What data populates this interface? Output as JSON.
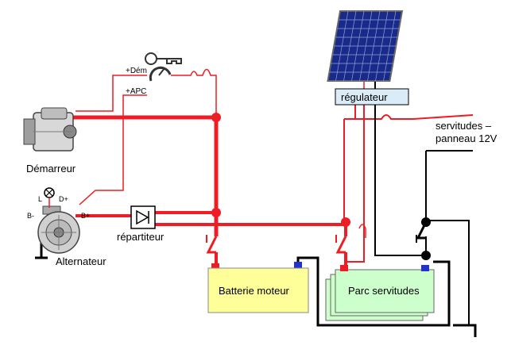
{
  "labels": {
    "dem": "+Dém",
    "apc": "+APC",
    "demarreur": "Démarreur",
    "regulateur": "régulateur",
    "servitudes_line1": "servitudes –",
    "servitudes_line2": "panneau 12V",
    "terminal_l": "L",
    "terminal_dplus": "D+",
    "terminal_bminus": "B-",
    "terminal_bplus": "B+",
    "repartiteur": "répartiteur",
    "alternateur": "Alternateur",
    "batterie_moteur": "Batterie moteur",
    "parc_servitudes": "Parc servitudes"
  },
  "colors": {
    "wire_red": "#ee1c24",
    "wire_black": "#000000",
    "battery_fill": "#ffff99",
    "parc_fill": "#ccffcc",
    "regulator_fill": "#d9ecf7",
    "panel_cell": "#1a2a8a"
  },
  "icons": {
    "key_switch": "ignition-key-icon",
    "starter": "starter-motor-icon",
    "alternator": "alternator-icon",
    "solar": "solar-panel-icon",
    "warning_lamp": "warning-lamp-icon",
    "diode": "diode-icon"
  }
}
